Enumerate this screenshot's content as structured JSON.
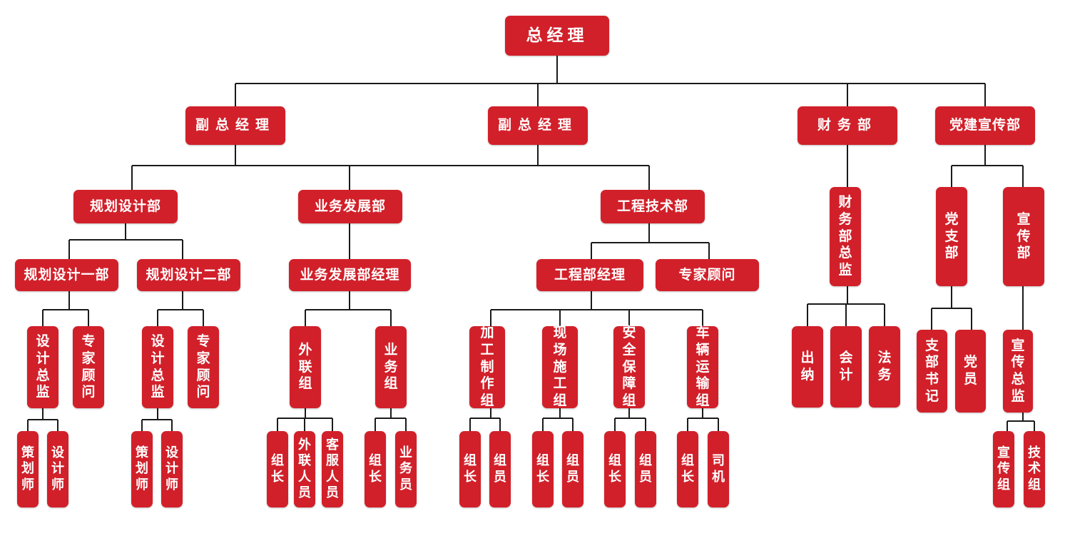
{
  "nodes": {
    "gm": "总经理",
    "vp1": "副总经理",
    "vp2": "副总经理",
    "finance": "财务部",
    "party": "党建宣传部",
    "planning": "规划设计部",
    "business": "业务发展部",
    "engineering": "工程技术部",
    "finance_director": "财务部总监",
    "party_branch": "党支部",
    "publicity": "宣传部",
    "plan1": "规划设计一部",
    "plan2": "规划设计二部",
    "biz_manager": "业务发展部经理",
    "eng_manager": "工程部经理",
    "eng_expert": "专家顾问",
    "p1_director": "设计总监",
    "p1_expert": "专家顾问",
    "p2_director": "设计总监",
    "p2_expert": "专家顾问",
    "external_group": "外联组",
    "sales_group": "业务组",
    "processing_group": "加工制作组",
    "site_group": "现场施工组",
    "safety_group": "安全保障组",
    "vehicle_group": "车辆运输组",
    "cashier": "出纳",
    "accounting": "会计",
    "legal": "法务",
    "branch_secretary": "支部书记",
    "party_member": "党员",
    "publicity_director": "宣传总监",
    "p1_planner": "策划师",
    "p1_designer": "设计师",
    "p2_planner": "策划师",
    "p2_designer": "设计师",
    "ext_leader": "组长",
    "ext_staff": "外联人员",
    "ext_service": "客服人员",
    "sales_leader": "组长",
    "sales_staff": "业务员",
    "proc_leader": "组长",
    "proc_member": "组员",
    "site_leader": "组长",
    "site_member": "组员",
    "safety_leader": "组长",
    "safety_member": "组员",
    "vehicle_leader": "组长",
    "vehicle_driver": "司机",
    "pub_group": "宣传组",
    "tech_group": "技术组"
  },
  "colors": {
    "box": "#d1202a",
    "text": "#ffffff",
    "line": "#1a1a1a",
    "background": "#ffffff"
  }
}
